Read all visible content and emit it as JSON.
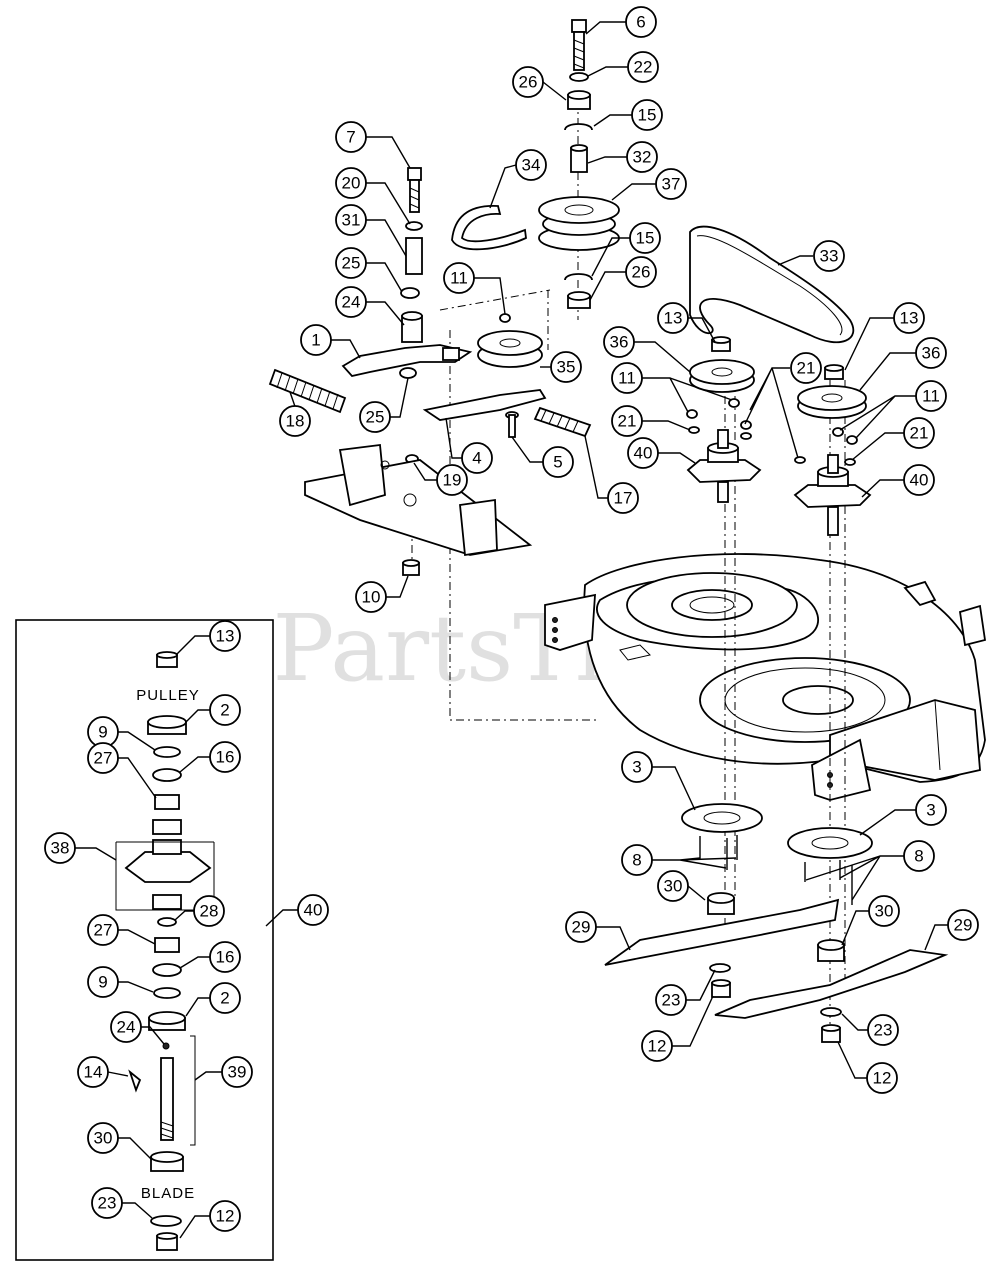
{
  "watermark": "PartsTree",
  "labels": {
    "pulley": "PULLEY",
    "blade": "BLADE"
  },
  "callouts": [
    {
      "id": "c6",
      "text": "6"
    },
    {
      "id": "c22",
      "text": "22"
    },
    {
      "id": "c26a",
      "text": "26"
    },
    {
      "id": "c15a",
      "text": "15"
    },
    {
      "id": "c32",
      "text": "32"
    },
    {
      "id": "c37",
      "text": "37"
    },
    {
      "id": "c34",
      "text": "34"
    },
    {
      "id": "c15b",
      "text": "15"
    },
    {
      "id": "c26b",
      "text": "26"
    },
    {
      "id": "c33",
      "text": "33"
    },
    {
      "id": "c7",
      "text": "7"
    },
    {
      "id": "c20",
      "text": "20"
    },
    {
      "id": "c31",
      "text": "31"
    },
    {
      "id": "c25a",
      "text": "25"
    },
    {
      "id": "c24a",
      "text": "24"
    },
    {
      "id": "c1",
      "text": "1"
    },
    {
      "id": "c11a",
      "text": "11"
    },
    {
      "id": "c35",
      "text": "35"
    },
    {
      "id": "c18",
      "text": "18"
    },
    {
      "id": "c25b",
      "text": "25"
    },
    {
      "id": "c4",
      "text": "4"
    },
    {
      "id": "c5",
      "text": "5"
    },
    {
      "id": "c19",
      "text": "19"
    },
    {
      "id": "c17",
      "text": "17"
    },
    {
      "id": "c10",
      "text": "10"
    },
    {
      "id": "c13a",
      "text": "13"
    },
    {
      "id": "c36a",
      "text": "36"
    },
    {
      "id": "c11b",
      "text": "11"
    },
    {
      "id": "c21a",
      "text": "21"
    },
    {
      "id": "c21b",
      "text": "21"
    },
    {
      "id": "c40a",
      "text": "40"
    },
    {
      "id": "c13b",
      "text": "13"
    },
    {
      "id": "c36b",
      "text": "36"
    },
    {
      "id": "c11c",
      "text": "11"
    },
    {
      "id": "c21c",
      "text": "21"
    },
    {
      "id": "c40b",
      "text": "40"
    },
    {
      "id": "c3a",
      "text": "3"
    },
    {
      "id": "c3b",
      "text": "3"
    },
    {
      "id": "c8a",
      "text": "8"
    },
    {
      "id": "c8b",
      "text": "8"
    },
    {
      "id": "c30a",
      "text": "30"
    },
    {
      "id": "c30b",
      "text": "30"
    },
    {
      "id": "c29a",
      "text": "29"
    },
    {
      "id": "c29b",
      "text": "29"
    },
    {
      "id": "c23a",
      "text": "23"
    },
    {
      "id": "c23b",
      "text": "23"
    },
    {
      "id": "c12a",
      "text": "12"
    },
    {
      "id": "c12b",
      "text": "12"
    },
    {
      "id": "i13",
      "text": "13"
    },
    {
      "id": "i2a",
      "text": "2"
    },
    {
      "id": "i9a",
      "text": "9"
    },
    {
      "id": "i16a",
      "text": "16"
    },
    {
      "id": "i27a",
      "text": "27"
    },
    {
      "id": "i38",
      "text": "38"
    },
    {
      "id": "i28",
      "text": "28"
    },
    {
      "id": "i40",
      "text": "40"
    },
    {
      "id": "i27b",
      "text": "27"
    },
    {
      "id": "i16b",
      "text": "16"
    },
    {
      "id": "i9b",
      "text": "9"
    },
    {
      "id": "i2b",
      "text": "2"
    },
    {
      "id": "i24",
      "text": "24"
    },
    {
      "id": "i14",
      "text": "14"
    },
    {
      "id": "i39",
      "text": "39"
    },
    {
      "id": "i30",
      "text": "30"
    },
    {
      "id": "i23",
      "text": "23"
    },
    {
      "id": "i12",
      "text": "12"
    }
  ]
}
